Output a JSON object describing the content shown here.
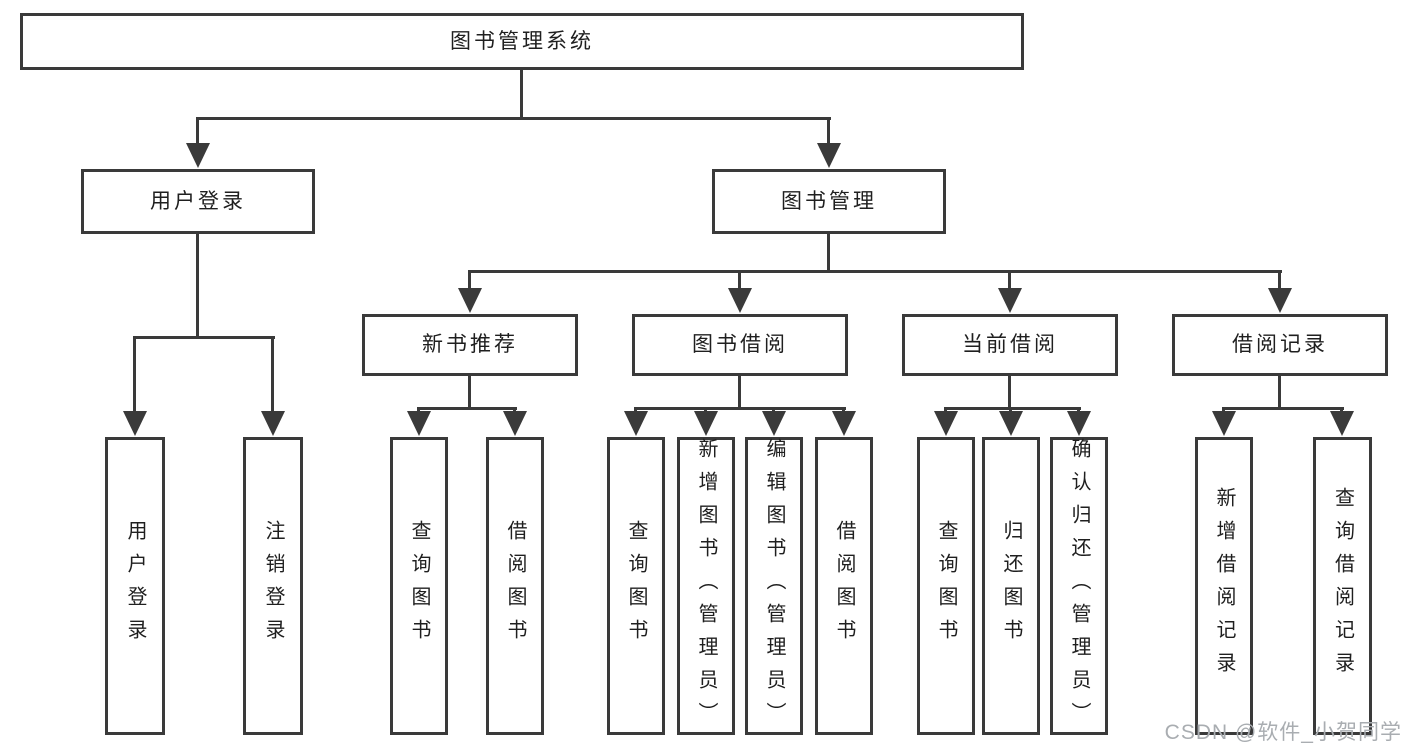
{
  "diagram": {
    "root": {
      "label": "图书管理系统"
    },
    "level2": {
      "user_login": {
        "label": "用户登录"
      },
      "book_mgmt": {
        "label": "图书管理"
      }
    },
    "level3": {
      "new_book_rec": {
        "label": "新书推荐"
      },
      "book_borrow": {
        "label": "图书借阅"
      },
      "current_borrow": {
        "label": "当前借阅"
      },
      "borrow_record": {
        "label": "借阅记录"
      }
    },
    "leaves": {
      "user_login": {
        "label": "用户登录"
      },
      "logout": {
        "label": "注销登录"
      },
      "rec_query_book": {
        "label": "查询图书"
      },
      "rec_borrow_book": {
        "label": "借阅图书"
      },
      "bb_query_book": {
        "label": "查询图书"
      },
      "bb_add_book": {
        "label": "新增图书（管理员）"
      },
      "bb_edit_book": {
        "label": "编辑图书（管理员）"
      },
      "bb_borrow_book": {
        "label": "借阅图书"
      },
      "cb_query_book": {
        "label": "查询图书"
      },
      "cb_return_book": {
        "label": "归还图书"
      },
      "cb_confirm_return": {
        "label": "确认归还（管理员）"
      },
      "br_add_record": {
        "label": "新增借阅记录"
      },
      "br_query_record": {
        "label": "查询借阅记录"
      }
    }
  },
  "watermark": {
    "text": "CSDN @软件_小贺同学"
  },
  "colors": {
    "line": "#3a3a3a",
    "text": "#1f1f1f",
    "watermark_text": "#a9adb1",
    "background": "#ffffff"
  }
}
